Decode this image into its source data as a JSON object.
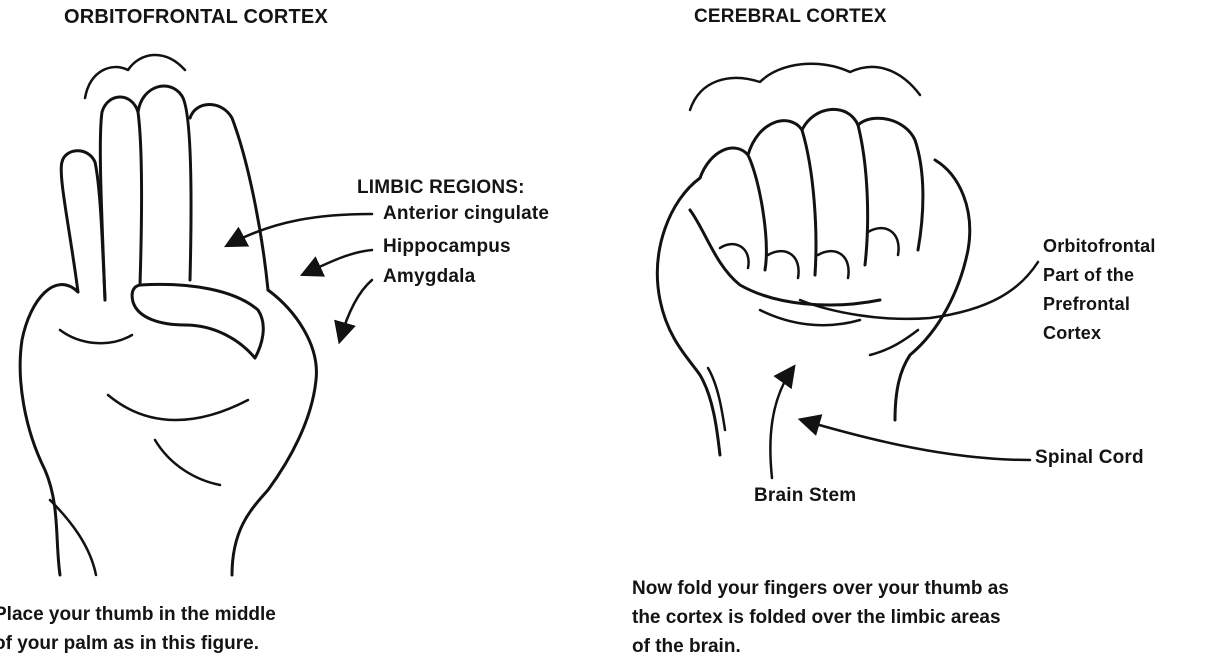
{
  "left_figure": {
    "title": "ORBITOFRONTAL CORTEX",
    "limbic_heading": "LIMBIC REGIONS:",
    "limbic_items": [
      "Anterior cingulate",
      "Hippocampus",
      "Amygdala"
    ],
    "caption_lines": [
      "Place your thumb in the middle",
      "of your palm as in this figure."
    ]
  },
  "right_figure": {
    "title": "CEREBRAL CORTEX",
    "orbitofrontal_lines": [
      "Orbitofrontal",
      "Part of the",
      "Prefrontal",
      "Cortex"
    ],
    "spinal_cord": "Spinal Cord",
    "brain_stem": "Brain Stem",
    "caption_lines": [
      "Now fold your fingers over your thumb as",
      "the cortex is folded over the limbic areas",
      "of the brain."
    ]
  }
}
